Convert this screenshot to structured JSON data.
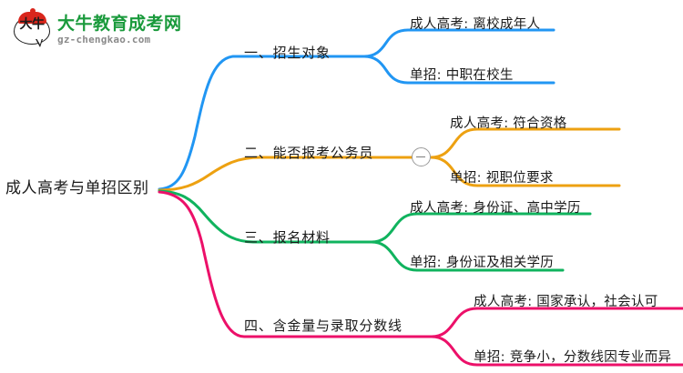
{
  "logo": {
    "mark_text": "大牛",
    "title": "大牛教育成考网",
    "subtitle": "gz-chengkao.com",
    "title_color": "#1a9a3c",
    "cap_color": "#d9261c"
  },
  "mindmap": {
    "root": {
      "label": "成人高考与单招区别"
    },
    "toggle": {
      "label": "−",
      "name": "collapse-toggle"
    },
    "branches": [
      {
        "index": "1",
        "color": "#2196f3",
        "topic": "一、招生对象",
        "children": [
          "成人高考: 离校成年人",
          "单招: 中职在校生"
        ]
      },
      {
        "index": "2",
        "color": "#eda111",
        "topic": "二、能否报考公务员",
        "children": [
          "成人高考: 符合资格",
          "单招: 视职位要求"
        ]
      },
      {
        "index": "3",
        "color": "#10b35e",
        "topic": "三、报名材料",
        "children": [
          "成人高考: 身份证、高中学历",
          "单招: 身份证及相关学历"
        ]
      },
      {
        "index": "4",
        "color": "#ec1069",
        "topic": "四、含金量与录取分数线",
        "children": [
          "成人高考: 国家承认，社会认可",
          "单招: 竞争小，分数线因专业而异"
        ]
      }
    ]
  }
}
